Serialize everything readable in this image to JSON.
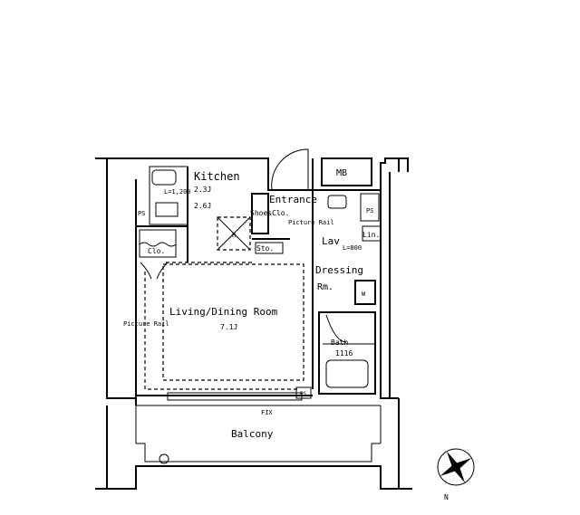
{
  "rooms": {
    "kitchen": {
      "label": "Kitchen",
      "size_a": "2.3J",
      "size_b": "2.6J",
      "counter": "L=1,200"
    },
    "living": {
      "label": "Living/Dining Room",
      "size": "7.1J"
    },
    "entrance": {
      "label": "Entrance"
    },
    "shoes": {
      "label": "ShoesClo."
    },
    "closet": {
      "label": "Clo."
    },
    "storage": {
      "label": "Sto."
    },
    "lav": {
      "label": "Lav",
      "counter": "L=800"
    },
    "linen": {
      "label": "Lin."
    },
    "dressing": {
      "label": "Dressing",
      "label2": "Rm."
    },
    "bath": {
      "label": "Bath",
      "size": "1116"
    },
    "balcony": {
      "label": "Balcony"
    },
    "mb": {
      "label": "MB"
    }
  },
  "annotations": {
    "ps": "PS",
    "picture_rail": "Picture Rail",
    "fix": "FIX",
    "fridge": "R",
    "washer": "W",
    "north": "N"
  }
}
